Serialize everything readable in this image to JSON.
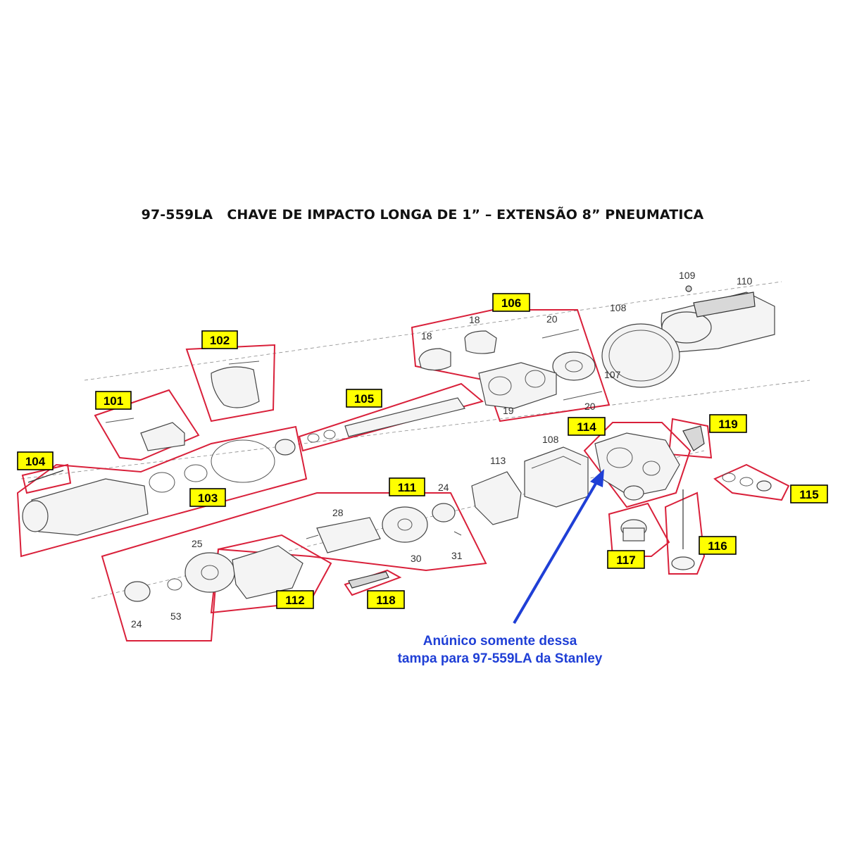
{
  "title": "97-559LA   CHAVE DE IMPACTO LONGA DE 1” – EXTENSÃO 8” PNEUMATICA",
  "note": {
    "line1": "Anúnico somente dessa",
    "line2": "tampa para 97-559LA da Stanley"
  },
  "callouts": {
    "c101": "101",
    "c102": "102",
    "c103": "103",
    "c104": "104",
    "c105": "105",
    "c106": "106",
    "c111": "111",
    "c112": "112",
    "c114": "114",
    "c115": "115",
    "c116": "116",
    "c117": "117",
    "c118": "118",
    "c119": "119"
  },
  "parts": {
    "p18a": "18",
    "p18b": "18",
    "p19": "19",
    "p20a": "20",
    "p20b": "20",
    "p107": "107",
    "p108a": "108",
    "p108b": "108",
    "p109": "109",
    "p110": "110",
    "p113": "113",
    "p24a": "24",
    "p24b": "24",
    "p25": "25",
    "p28": "28",
    "p30": "30",
    "p31": "31",
    "p53": "53"
  },
  "colors": {
    "callout_fill": "#ffff00",
    "group_outline": "#d9203a",
    "note_text": "#1f3fd6",
    "arrow": "#1f3fd6"
  }
}
